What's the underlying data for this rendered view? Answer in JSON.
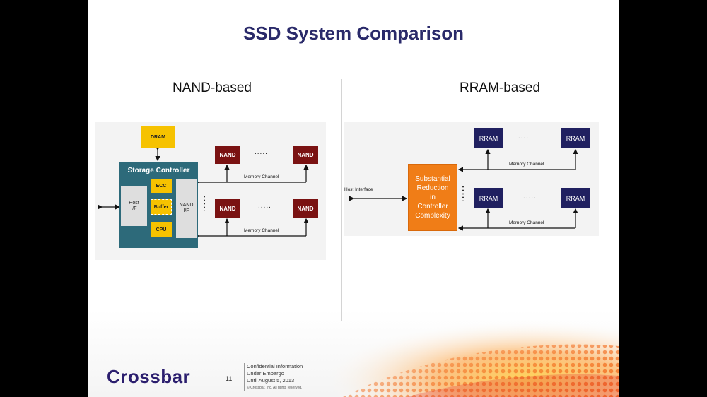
{
  "slide": {
    "title": "SSD System Comparison",
    "page_number": "11"
  },
  "left": {
    "heading": "NAND-based",
    "dram": "DRAM",
    "controller_title": "Storage Controller",
    "host_if": "Host\nI/F",
    "nand_if": "NAND\nI/F",
    "ecc": "ECC",
    "buffer": "Buffer",
    "cpu": "CPU",
    "nand_label": "NAND",
    "dots": ".....",
    "memory_channel": "Memory Channel"
  },
  "right": {
    "heading": "RRAM-based",
    "host_interface": "Host Interface",
    "controller_text": "Substantial\nReduction\nin\nController\nComplexity",
    "rram_label": "RRAM",
    "dots": ".....",
    "memory_channel": "Memory Channel"
  },
  "footer": {
    "logo": "Crossbar",
    "confidential_lines": [
      "Confidential Information",
      "Under Embargo",
      "Until August 5, 2013"
    ],
    "copyright": "© Crossbar, Inc. All rights reserved."
  },
  "colors": {
    "title": "#2a2a6a",
    "dram": "#f6c200",
    "controller": "#2d6a7a",
    "nand": "#7a1212",
    "rram": "#202060",
    "rram_controller": "#f07d17"
  }
}
